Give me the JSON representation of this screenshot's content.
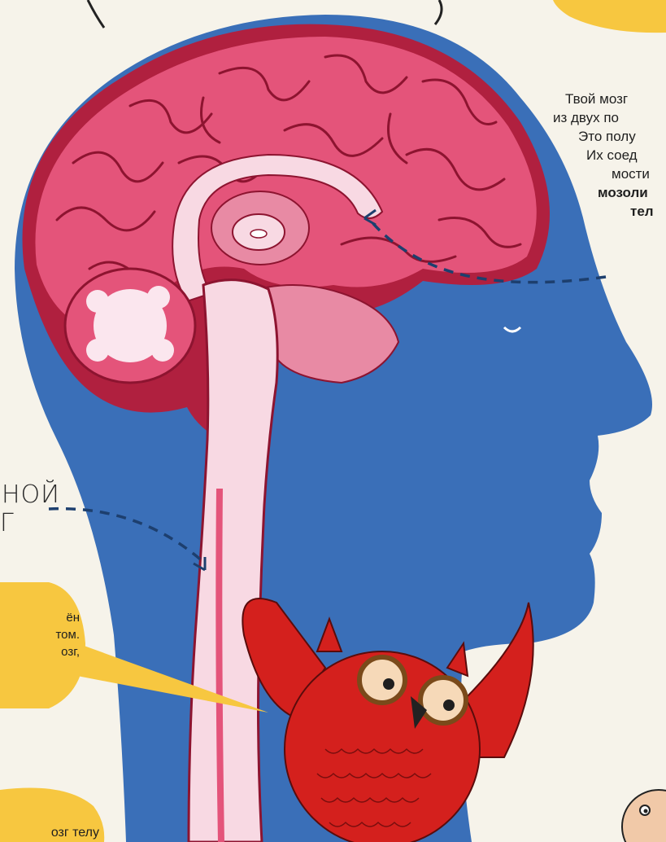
{
  "colors": {
    "background": "#f6f3ea",
    "head": "#3a6fb8",
    "brain": "#e4547a",
    "brain_dark": "#b0203f",
    "stem": "#f8d9e3",
    "bubble": "#f7c740",
    "owl": "#d4201d",
    "dash": "#1d3f6e"
  },
  "corpus_callosum_note": {
    "line1": "Твой мозг",
    "line2": "из двух по",
    "line3": "Это полу",
    "line4": "Их соед",
    "line5": "мости",
    "line6": "мозоли",
    "line7": "тел"
  },
  "left_label": {
    "line1": "НОЙ",
    "line2": "Г"
  },
  "owl_bubble": {
    "line1": "ён",
    "line2": "том.",
    "line3": "озг,"
  },
  "bottom_bubble": {
    "text": "озг телу"
  }
}
